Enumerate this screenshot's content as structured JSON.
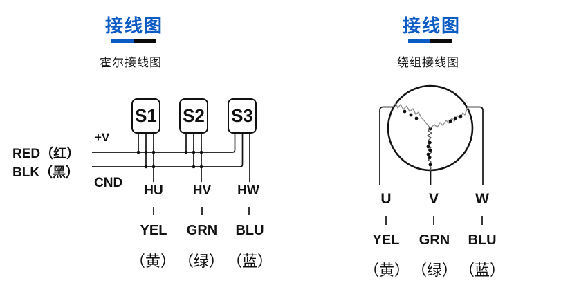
{
  "colors": {
    "accent_blue": "#0b5bc5",
    "underline_black": "#0a0a0a",
    "line_black": "#141414",
    "coil_gray": "#8f8f8f",
    "background": "#ffffff"
  },
  "left_panel": {
    "title": "接线图",
    "subtitle": "霍尔接线图",
    "sensors": [
      "S1",
      "S2",
      "S3"
    ],
    "labels": {
      "plus_v": "+V",
      "gnd": "CND",
      "red_wire": "RED（红）",
      "black_wire": "BLK（黑）"
    },
    "hall_outputs": [
      {
        "signal": "HU",
        "color_en": "YEL",
        "color_cn": "（黄）"
      },
      {
        "signal": "HV",
        "color_en": "GRN",
        "color_cn": "（绿）"
      },
      {
        "signal": "HW",
        "color_en": "BLU",
        "color_cn": "（蓝）"
      }
    ]
  },
  "right_panel": {
    "title": "接线图",
    "subtitle": "绕组接线图",
    "phases": [
      {
        "phase": "U",
        "color_en": "YEL",
        "color_cn": "（黄）"
      },
      {
        "phase": "V",
        "color_en": "GRN",
        "color_cn": "（绿）"
      },
      {
        "phase": "W",
        "color_en": "BLU",
        "color_cn": "（蓝）"
      }
    ]
  }
}
